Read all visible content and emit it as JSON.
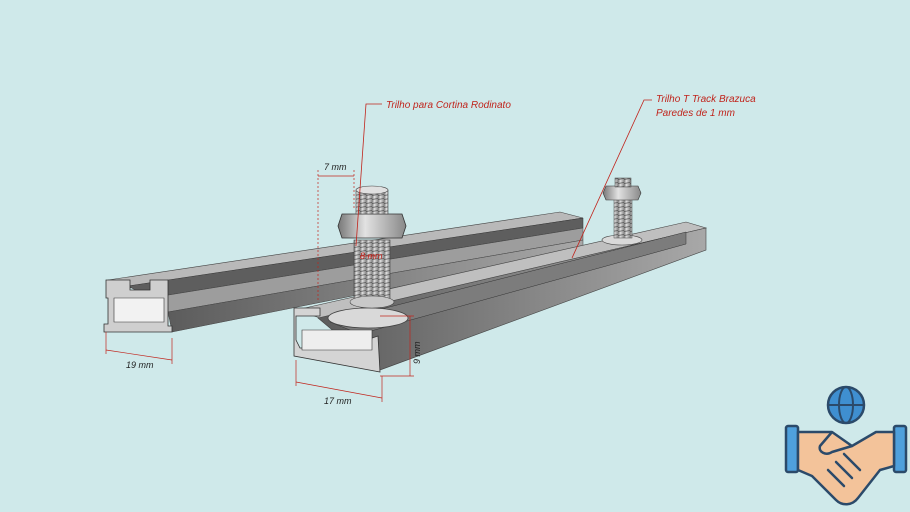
{
  "callouts": {
    "rodinato": "Trilho para Cortina Rodinato",
    "ttrack_line1": "Trilho T Track Brazuca",
    "ttrack_line2": "Paredes de 1 mm"
  },
  "dimensions": {
    "slot_width": "7 mm",
    "left_rail_width": "19 mm",
    "right_rail_width": "17 mm",
    "right_rail_height": "9 mm",
    "bolt_dim": "8 mm"
  },
  "logo": {
    "icon": "handshake-globe-icon"
  },
  "colors": {
    "background": "#cfe9ea",
    "callout_red": "#c0241c",
    "rail_light": "#b4b4b4",
    "rail_dark": "#6e6e6e"
  }
}
